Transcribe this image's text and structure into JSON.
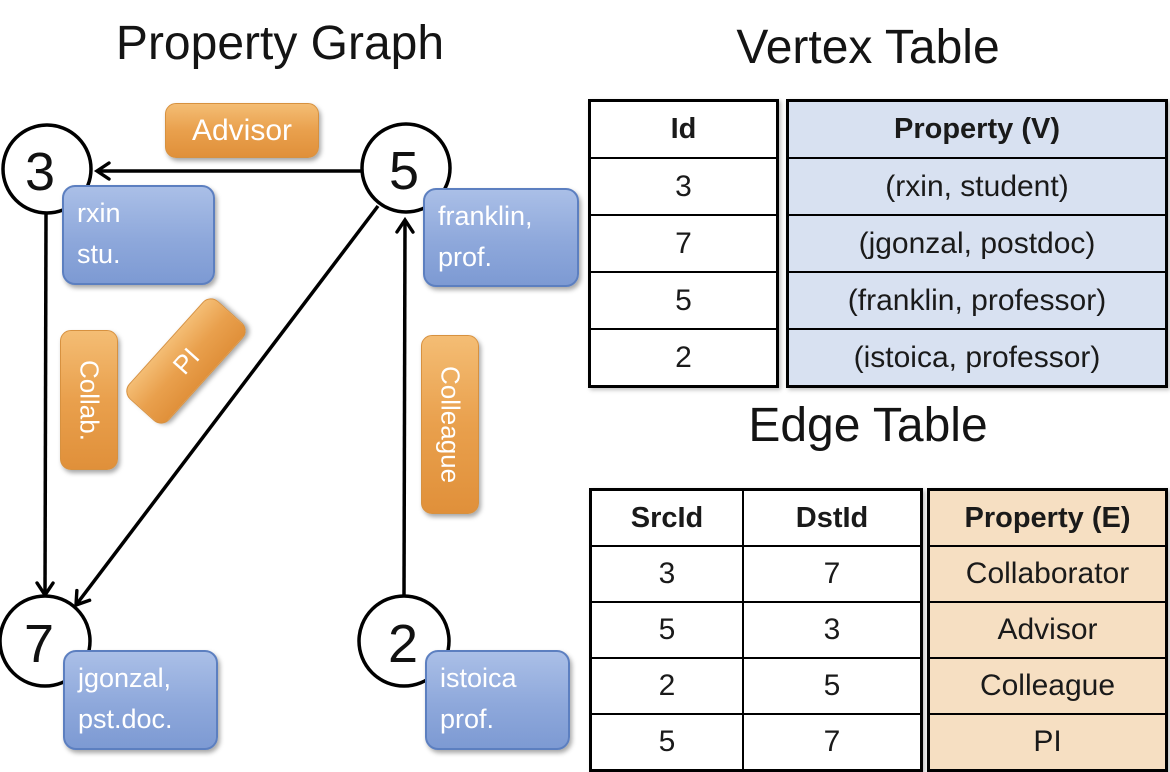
{
  "graph": {
    "title": "Property Graph",
    "nodes": [
      {
        "id": "3"
      },
      {
        "id": "5"
      },
      {
        "id": "7"
      },
      {
        "id": "2"
      }
    ],
    "edge_labels": [
      {
        "label": "Advisor"
      },
      {
        "label": "Collab."
      },
      {
        "label": "PI"
      },
      {
        "label": "Colleague"
      }
    ],
    "property_boxes": [
      {
        "line1": "rxin",
        "line2": "stu."
      },
      {
        "line1": "franklin,",
        "line2": "prof."
      },
      {
        "line1": "jgonzal,",
        "line2": "pst.doc."
      },
      {
        "line1": "istoica",
        "line2": "prof."
      }
    ]
  },
  "vertex_table": {
    "title": "Vertex Table",
    "headers": {
      "id": "Id",
      "property": "Property (V)"
    },
    "rows": [
      {
        "id": "3",
        "property": "(rxin, student)"
      },
      {
        "id": "7",
        "property": "(jgonzal, postdoc)"
      },
      {
        "id": "5",
        "property": "(franklin, professor)"
      },
      {
        "id": "2",
        "property": "(istoica, professor)"
      }
    ]
  },
  "edge_table": {
    "title": "Edge Table",
    "headers": {
      "src": "SrcId",
      "dst": "DstId",
      "property": "Property (E)"
    },
    "rows": [
      {
        "src": "3",
        "dst": "7",
        "property": "Collaborator"
      },
      {
        "src": "5",
        "dst": "3",
        "property": "Advisor"
      },
      {
        "src": "2",
        "dst": "5",
        "property": "Colleague"
      },
      {
        "src": "5",
        "dst": "7",
        "property": "PI"
      }
    ]
  },
  "colors": {
    "edge_label_orange": "#e9a04d",
    "vertex_box_blue": "#8ea8db",
    "vertex_table_fill": "#d8e1f1",
    "edge_table_fill": "#f6dfc2",
    "line_black": "#000000"
  }
}
